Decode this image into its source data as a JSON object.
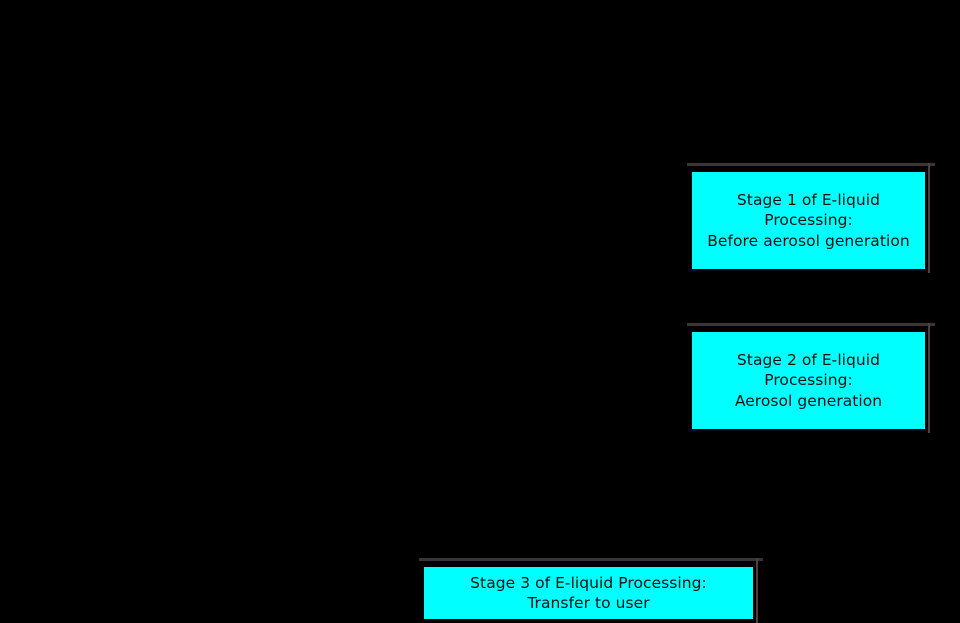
{
  "diagram": {
    "background_color": "#000000",
    "node_fill_color": "#00ffff",
    "node_text_color": "#101010",
    "node_rule_color": "#3a3436",
    "nodes": [
      {
        "id": "stage1",
        "name": "stage-1-node",
        "label": "Stage 1 of E-liquid\nProcessing:\nBefore aerosol generation",
        "lines": [
          "Stage 1 of E-liquid",
          "Processing:",
          "Before aerosol generation"
        ]
      },
      {
        "id": "stage2",
        "name": "stage-2-node",
        "label": "Stage 2 of E-liquid\nProcessing:\nAerosol generation",
        "lines": [
          "Stage 2 of E-liquid",
          "Processing:",
          "Aerosol generation"
        ]
      },
      {
        "id": "stage3",
        "name": "stage-3-node",
        "label": "Stage 3 of E-liquid Processing:\nTransfer to user",
        "lines": [
          "Stage 3 of E-liquid Processing:",
          "Transfer to user"
        ]
      }
    ]
  }
}
